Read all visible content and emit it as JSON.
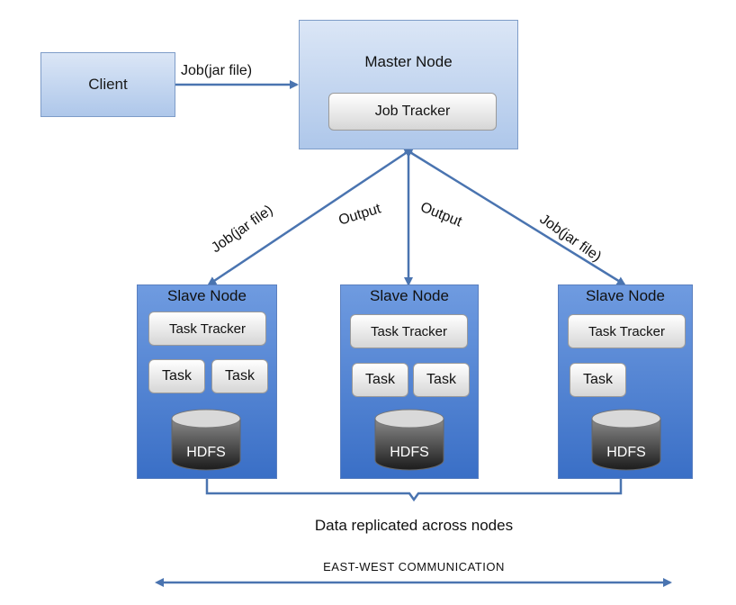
{
  "client": {
    "label": "Client"
  },
  "client_to_master_label": "Job(jar file)",
  "master": {
    "title": "Master Node",
    "job_tracker": "Job Tracker"
  },
  "edges": {
    "left_job": "Job(jar file)",
    "center_left_output": "Output",
    "center_right_output": "Output",
    "right_job": "Job(jar file)"
  },
  "slaves": [
    {
      "title": "Slave Node",
      "task_tracker": "Task Tracker",
      "tasks": [
        "Task",
        "Task"
      ],
      "storage": "HDFS"
    },
    {
      "title": "Slave Node",
      "task_tracker": "Task Tracker",
      "tasks": [
        "Task",
        "Task"
      ],
      "storage": "HDFS"
    },
    {
      "title": "Slave Node",
      "task_tracker": "Task Tracker",
      "tasks": [
        "Task"
      ],
      "storage": "HDFS"
    }
  ],
  "replication_label": "Data replicated across nodes",
  "east_west_label": "EAST-WEST COMMUNICATION",
  "colors": {
    "arrow": "#4a74b0",
    "slave_fill": "#4a7fd0",
    "master_fill": "#c7d7ef"
  }
}
